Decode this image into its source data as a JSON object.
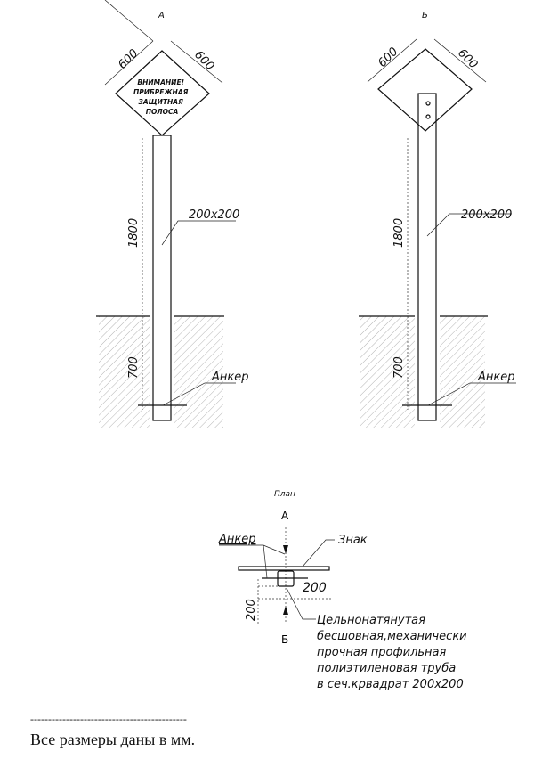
{
  "view_a": {
    "label": "А",
    "dim_left": "600",
    "dim_right": "600",
    "sign_lines": [
      "ВНИМАНИЕ!",
      "ПРИБРЕЖНАЯ",
      "ЗАЩИТНАЯ",
      "ПОЛОСА"
    ],
    "height_above": "1800",
    "height_below": "700",
    "post_size": "200х200",
    "anchor": "Анкер"
  },
  "view_b": {
    "label": "Б",
    "dim_left": "600",
    "dim_right": "600",
    "height_above": "1800",
    "height_below": "700",
    "post_size": "200х200",
    "anchor": "Анкер"
  },
  "plan": {
    "title": "План",
    "arrow_top": "А",
    "arrow_bottom": "Б",
    "anchor": "Анкер",
    "sign": "Знак",
    "dim_h": "200",
    "dim_v": "200",
    "pipe_lines": [
      "Цельнонатянутая",
      "бесшовная,механически",
      "прочная профильная",
      "полиэтиленовая труба",
      "в сеч.крвадрат 200х200"
    ]
  },
  "footer": {
    "rule": "--------------------------------------------",
    "note": "Все размеры даны в мм."
  }
}
